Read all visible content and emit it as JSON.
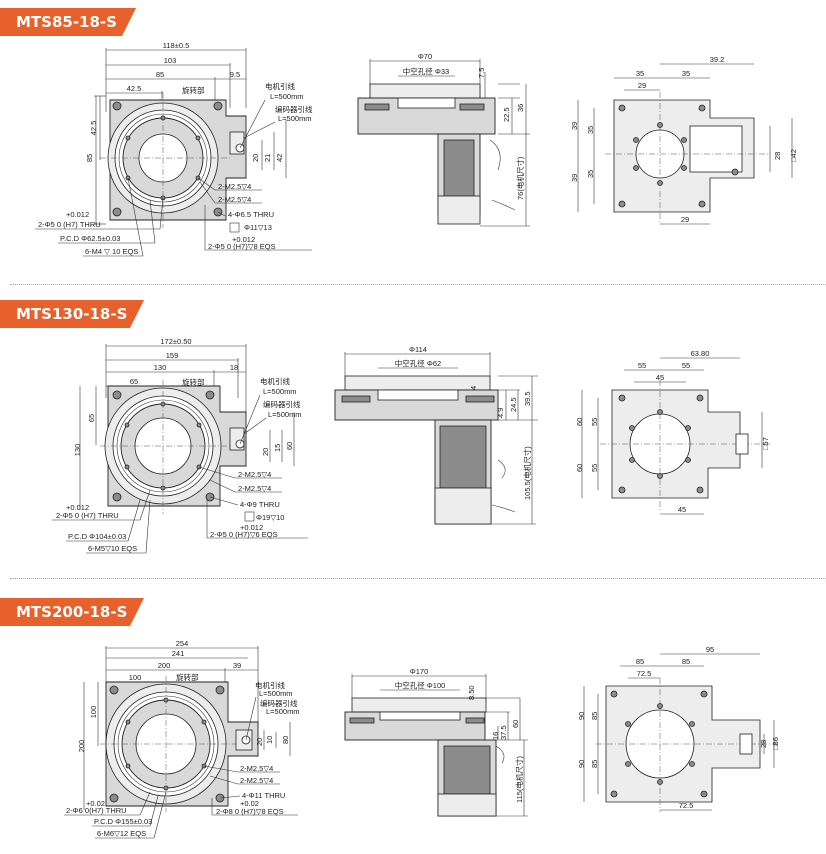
{
  "sections": [
    {
      "model": "MTS85-18-S",
      "top": {
        "overall_width": "118±0.5",
        "width_103": "103",
        "width_85": "85",
        "width_42_5": "42.5",
        "width_9_5": "9.5",
        "rotary_part": "旋转部",
        "motor_lead": "电机引线",
        "motor_lead_len": "L=500mm",
        "encoder_lead": "编码器引线",
        "encoder_lead_len": "L=500mm",
        "height_85": "85",
        "height_42_5": "42.5",
        "dim_20": "20",
        "dim_21": "21",
        "dim_42": "42",
        "callout_m25a": "2-M2.5▽4",
        "callout_m25b": "2-M2.5▽4",
        "callout_thru": "4-Φ6.5 THRU",
        "callout_cbore": "Φ11▽13",
        "callout_pin_tol": "+0.012",
        "callout_pin": "2-Φ5   0   (H7)▽8 EQS",
        "left_tol": "+0.012",
        "left_pin": "2-Φ5   0  (H7) THRU",
        "pcd": "P.C.D   Φ62.5±0.03",
        "m4": "6-M4 ▽ 10 EQS"
      },
      "side": {
        "dia": "Φ70",
        "hollow": "中空孔径  Φ33",
        "d7_5": "7.5",
        "d22_5": "22.5",
        "d36": "36",
        "motor": "76(电机尺寸)"
      },
      "bottom": {
        "w39_2": "39.2",
        "w35a": "35",
        "w35b": "35",
        "w29": "29",
        "h39a": "39",
        "h35a": "35",
        "h39b": "39",
        "h35b": "35",
        "d28": "28",
        "sq42": "□42",
        "bottom29": "29"
      }
    },
    {
      "model": "MTS130-18-S",
      "top": {
        "overall_width": "172±0.50",
        "width_103": "159",
        "width_85": "130",
        "width_42_5": "65",
        "width_9_5": "18",
        "rotary_part": "旋转部",
        "motor_lead": "电机引线",
        "motor_lead_len": "L=500mm",
        "encoder_lead": "编码器引线",
        "encoder_lead_len": "L=500mm",
        "height_85": "130",
        "height_42_5": "65",
        "dim_20": "20",
        "dim_21": "15",
        "dim_42": "60",
        "callout_m25a": "2-M2.5▽4",
        "callout_m25b": "2-M2.5▽4",
        "callout_thru": "4-Φ9 THRU",
        "callout_cbore": "Φ19▽10",
        "callout_pin_tol": "+0.012",
        "callout_pin": "2-Φ5   0  (H7)▽6 EQS",
        "left_tol": "+0.012",
        "left_pin": "2-Φ5   0  (H7) THRU",
        "pcd": "P.C.D   Φ104±0.03",
        "m4": "6-M5▽10 EQS"
      },
      "side": {
        "dia": "Φ114",
        "hollow": "中空孔径 Φ62",
        "d7_5": "4",
        "d22_5": "24.5",
        "d36": "39.5",
        "d4_9": "4.9",
        "motor": "105.5(电机尺寸)"
      },
      "bottom": {
        "w39_2": "63.80",
        "w35a": "55",
        "w35b": "55",
        "w29": "45",
        "h39a": "60",
        "h35a": "55",
        "h39b": "60",
        "h35b": "55",
        "d28": "",
        "sq42": "□57",
        "bottom29": "45"
      }
    },
    {
      "model": "MTS200-18-S",
      "top": {
        "overall_width": "254",
        "width_103": "241",
        "width_85": "200",
        "width_42_5": "100",
        "width_9_5": "39",
        "rotary_part": "旋转部",
        "motor_lead": "电机引线",
        "motor_lead_len": "L=500mm",
        "encoder_lead": "编码器引线",
        "encoder_lead_len": "L=500mm",
        "height_85": "200",
        "height_42_5": "100",
        "dim_20": "20",
        "dim_21": "10",
        "dim_42": "80",
        "callout_m25a": "2-M2.5▽4",
        "callout_m25b": "2-M2.5▽4",
        "callout_thru": "4-Φ11 THRU",
        "callout_cbore": "",
        "callout_pin_tol": "+0.02",
        "callout_pin": "2-Φ8   0  (H7)▽8 EQS",
        "left_tol": "+0.02",
        "left_pin": "2-Φ6   0(H7) THRU",
        "pcd": "P.C.D   Φ155±0.03",
        "m4": "6-M6▽12 EQS"
      },
      "side": {
        "dia": "Φ170",
        "hollow": "中空孔径 Φ100",
        "d7_5": "8.50",
        "d22_5": "37.5",
        "d36": "60",
        "d4_9": "16",
        "motor": "115(电机尺寸)"
      },
      "bottom": {
        "w39_2": "95",
        "w35a": "85",
        "w35b": "85",
        "w29": "72.5",
        "h39a": "90",
        "h35a": "85",
        "h39b": "90",
        "h35b": "85",
        "d28": "28",
        "sq42": "□86",
        "bottom29": "72.5"
      }
    }
  ]
}
